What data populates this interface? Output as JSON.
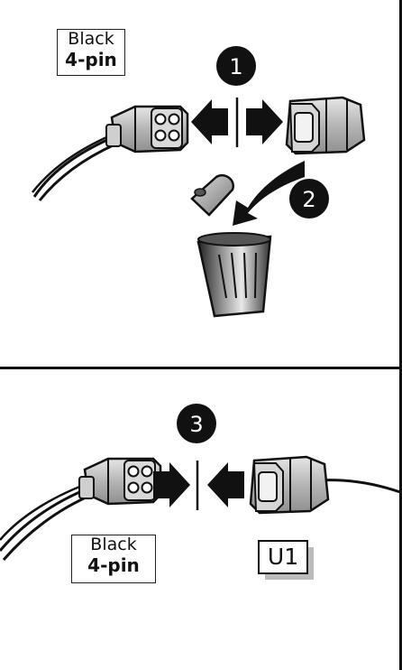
{
  "steps": [
    {
      "number": "1"
    },
    {
      "number": "2"
    },
    {
      "number": "3"
    }
  ],
  "labels": {
    "top_connector": {
      "line1": "Black",
      "line2": "4-pin"
    },
    "bottom_connector": {
      "line1": "Black",
      "line2": "4-pin"
    },
    "mating_connector": "U1"
  }
}
